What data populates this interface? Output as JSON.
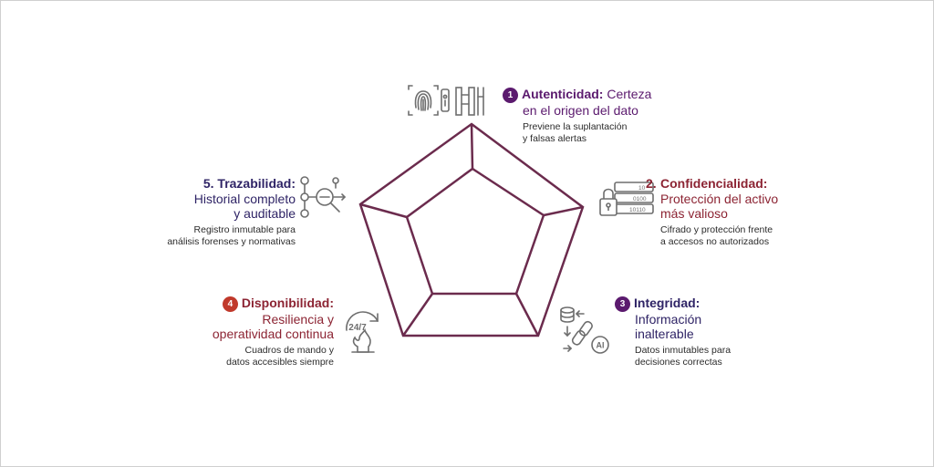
{
  "colors": {
    "pentagon": "#6b2b4d",
    "purple": "#5b1a6e",
    "red": "#8c2433",
    "darkblue": "#2f2466",
    "icon": "#6e6e6e"
  },
  "items": [
    {
      "number": "1.",
      "title": "Autenticidad:",
      "subtitle_1": "Certeza",
      "subtitle_2": "en el origen del dato",
      "desc_1": "Previene la suplantación",
      "desc_2": "y falsas alertas",
      "icon": "fingerprint-access-icon"
    },
    {
      "number": "2.",
      "title": "Confidencialidad:",
      "subtitle_1": "Protección del activo",
      "subtitle_2": "más valioso",
      "desc_1": "Cifrado y protección frente",
      "desc_2": "a accesos no autorizados",
      "icon": "padlock-binary-icon"
    },
    {
      "number": "3.",
      "title": "Integridad:",
      "subtitle_1": "Información",
      "subtitle_2": "inalterable",
      "desc_1": "Datos inmutables para",
      "desc_2": "decisiones correctas",
      "icon": "database-chain-ai-icon"
    },
    {
      "number": "4.",
      "title": "Disponibilidad:",
      "subtitle_1": "Resiliencia y",
      "subtitle_2": "operatividad continua",
      "desc_1": "Cuadros de mando y",
      "desc_2": "datos accesibles siempre",
      "icon": "availability-24-7-icon"
    },
    {
      "number": "5.",
      "title": "Trazabilidad:",
      "subtitle_1": "Historial completo",
      "subtitle_2": "y auditable",
      "desc_1": "Registro inmutable para",
      "desc_2": "análisis forenses y normativas",
      "icon": "audit-trail-search-icon"
    }
  ],
  "icon_texts": {
    "binary_1": "10",
    "binary_2": "0100",
    "binary_3": "10110",
    "ai": "AI",
    "availability": "24/7"
  }
}
